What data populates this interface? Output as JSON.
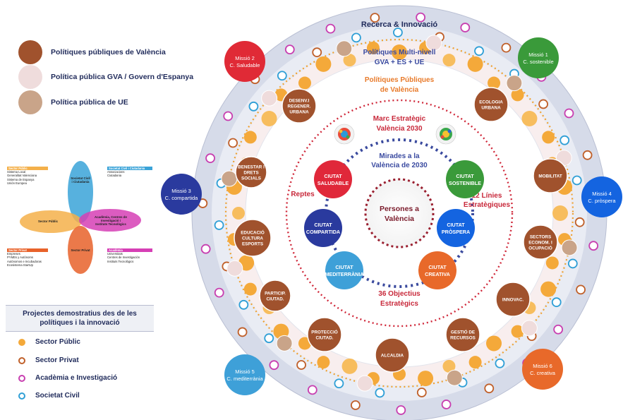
{
  "legend": [
    {
      "label": "Polítiques públiques de València",
      "color": "#a0522d"
    },
    {
      "label": "Política pública GVA / Govern d'Espanya",
      "color": "#efdcdc"
    },
    {
      "label": "Política pública de UE",
      "color": "#c9a489"
    }
  ],
  "venn": {
    "sectors": [
      {
        "label": "Sector Públic",
        "color": "#f4b04a"
      },
      {
        "label": "Societat Civil i Ciutadania",
        "color": "#3aa3d8"
      },
      {
        "label": "Acadèmia, Centres de Investigació i Instituts Tecnològics",
        "color": "#d63fb5"
      },
      {
        "label": "Sector Privat",
        "color": "#e8622a"
      }
    ],
    "boxes": [
      {
        "header": "Sector Públic",
        "color": "#f4b04a",
        "lines": [
          "Sistema Local",
          "Generalitat Valenciana",
          "Sistema de Espanya",
          "Unión Europea"
        ]
      },
      {
        "header": "Societat Civil i Ciutadania",
        "color": "#3aa3d8",
        "lines": [
          "Associacions",
          "Ciutadania"
        ]
      },
      {
        "header": "Sector Privat",
        "color": "#e8622a",
        "lines": [
          "Empreses",
          "PYMEs y Autònoms",
          "Autònomos e Incubadoras",
          "Ecosistema StartUp"
        ]
      },
      {
        "header": "Acadèmia",
        "color": "#d63fb5",
        "lines": [
          "Universitats",
          "Centres de Investigación",
          "Instituts Tecnològics"
        ]
      }
    ]
  },
  "projects": {
    "title_line1": "Projectes demostratius des de les",
    "title_line2": "polítiques i la innovació",
    "items": [
      {
        "label": "Sector Públic",
        "color": "#f4a93a",
        "style": "filled"
      },
      {
        "label": "Sector Privat",
        "color": "#c0602a",
        "style": "ring"
      },
      {
        "label": "Acadèmia e Investigació",
        "color": "#c83fb0",
        "style": "ring"
      },
      {
        "label": "Societat Civil",
        "color": "#2f9fd6",
        "style": "ring"
      }
    ]
  },
  "rings": {
    "outer_title": "Recerca & Innovació",
    "multi_line1": "Polítiques  Multi-nivell",
    "multi_line2": "GVA + ES + UE",
    "vlc_line1": "Polítiques Públiques",
    "vlc_line2": "de València",
    "marc_line1": "Marc Estratègic",
    "marc_line2": "València 2030",
    "mirades_line1": "Mirades a la",
    "mirades_line2": "València de 2030",
    "center_line1": "Persones a",
    "center_line2": "València",
    "reptes": "Reptes",
    "linies_line1": "12 Línies",
    "linies_line2": "Estratègiques",
    "objectius_line1": "36 Objectius",
    "objectius_line2": "Estratègics"
  },
  "missions": [
    {
      "line1": "Missió 2",
      "line2": "C. Saludable",
      "color": "#e02a36"
    },
    {
      "line1": "Missió 1",
      "line2": "C. sostenible",
      "color": "#3a9a3a"
    },
    {
      "line1": "Missió 3",
      "line2": "C. compartida",
      "color": "#2a3a9e"
    },
    {
      "line1": "Missió 4",
      "line2": "C. pròspera",
      "color": "#1464e0"
    },
    {
      "line1": "Missió 5",
      "line2": "C. mediterrània",
      "color": "#3ea0d8"
    },
    {
      "line1": "Missió 6",
      "line2": "C. creativa",
      "color": "#e8692a"
    }
  ],
  "ciutats": [
    {
      "line1": "CIUTAT",
      "line2": "SALUDABLE",
      "color": "#e0283a"
    },
    {
      "line1": "CIUTAT",
      "line2": "SOSTENIBLE",
      "color": "#3a9a3a"
    },
    {
      "line1": "CIUTAT",
      "line2": "COMPARTIDA",
      "color": "#2a3a9e"
    },
    {
      "line1": "CIUTAT",
      "line2": "PRÒSPERA",
      "color": "#1464e0"
    },
    {
      "line1": "CIUTAT",
      "line2": "MEDITERRÀNIA",
      "color": "#3ea0d8"
    },
    {
      "line1": "CIUTAT",
      "line2": "CREATIVA",
      "color": "#e8692a"
    }
  ],
  "policy_areas": [
    {
      "lines": [
        "DESENV.I",
        "REGENER.",
        "URBANA"
      ]
    },
    {
      "lines": [
        "ECOLOGIA",
        "URBANA"
      ]
    },
    {
      "lines": [
        "BENESTAR I",
        "DRETS",
        "SOCIALS"
      ]
    },
    {
      "lines": [
        "MOBILITAT"
      ]
    },
    {
      "lines": [
        "EDUCACIÓ",
        "CULTURA",
        "ESPORTS"
      ]
    },
    {
      "lines": [
        "SECTORS",
        "ECONOM. I",
        "OCUPACIÓ"
      ]
    },
    {
      "lines": [
        "PARTICIP.",
        "CIUTAD."
      ]
    },
    {
      "lines": [
        "INNOVAC."
      ]
    },
    {
      "lines": [
        "PROTECCIÓ",
        "CIUTAD."
      ]
    },
    {
      "lines": [
        "GESTIÓ DE",
        "RECURSOS"
      ]
    },
    {
      "lines": [
        "ALCALDIA"
      ]
    }
  ]
}
